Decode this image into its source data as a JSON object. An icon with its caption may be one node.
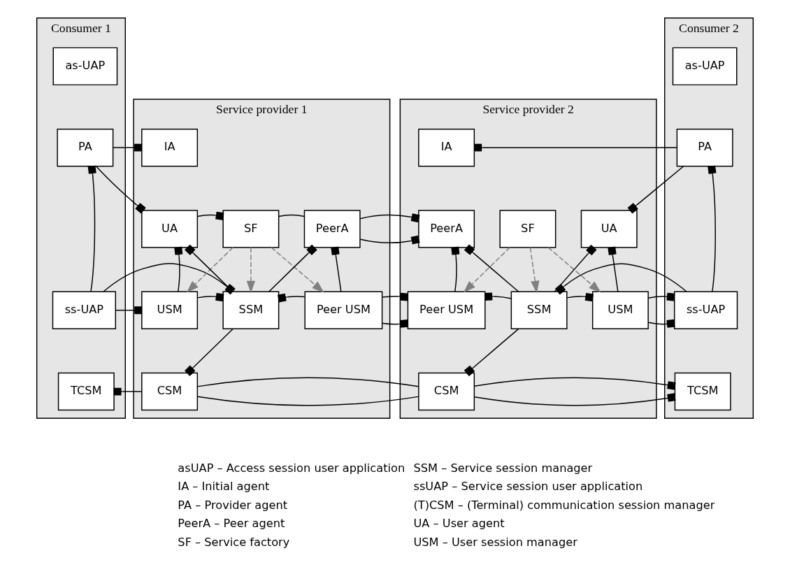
{
  "diagram": {
    "nodes": [
      {
        "text": [
          "Consumer 1"
        ]
      },
      {
        "text": [
          "as-UAP"
        ],
        "in": 0
      },
      {
        "text": [
          "PA"
        ],
        "in": 0
      },
      {
        "text": [
          "ss-UAP"
        ],
        "in": 0
      },
      {
        "text": [
          "TCSM"
        ],
        "in": 0
      },
      {
        "text": [
          "Service provider 1"
        ]
      },
      {
        "text": [
          "IA"
        ],
        "in": 5
      },
      {
        "text": [
          "UA"
        ],
        "in": 5
      },
      {
        "text": [
          "SF"
        ],
        "in": 5
      },
      {
        "text": [
          "PeerA"
        ],
        "in": 5
      },
      {
        "text": [
          "USM"
        ],
        "in": 5
      },
      {
        "text": [
          "SSM"
        ],
        "in": 5
      },
      {
        "text": [
          "Peer USM"
        ],
        "in": 5
      },
      {
        "text": [
          "CSM"
        ],
        "in": 5
      },
      {
        "text": [
          "Service provider 2"
        ]
      },
      {
        "text": [
          "PeerA"
        ],
        "in": 14
      },
      {
        "text": [
          "SF"
        ],
        "in": 14
      },
      {
        "text": [
          "IA"
        ],
        "in": 14
      },
      {
        "text": [
          "UA"
        ],
        "in": 14
      },
      {
        "text": [
          "Peer USM"
        ],
        "in": 14
      },
      {
        "text": [
          "SSM"
        ],
        "in": 14
      },
      {
        "text": [
          "USM"
        ],
        "in": 14
      },
      {
        "text": [
          "CSM"
        ],
        "in": 14
      },
      {
        "text": [
          "Consumer 2"
        ]
      },
      {
        "text": [
          "as-UAP"
        ],
        "in": 23
      },
      {
        "text": [
          "PA"
        ],
        "in": 23
      },
      {
        "text": [
          "ss-UAP"
        ],
        "in": 23
      },
      {
        "text": [
          "TCSM"
        ],
        "in": 23
      }
    ],
    "edges": [
      {
        "from": 2,
        "to": 6,
        "arrow": "other"
      },
      {
        "from": 2,
        "to": 7,
        "arrow": "other"
      },
      {
        "from": 3,
        "to": 2,
        "arrow": "other"
      },
      {
        "from": 7,
        "to": 8,
        "arrow": "other"
      },
      {
        "from": 8,
        "to": 9,
        "arrow": "none"
      },
      {
        "from": 9,
        "to": 15,
        "arrow": "other"
      },
      {
        "from": 10,
        "to": 7,
        "arrow": "other"
      },
      {
        "from": 11,
        "to": 7,
        "arrow": "other"
      },
      {
        "from": 8,
        "to": 10,
        "arrow": "to",
        "style": "dashed",
        "color": "#808080"
      },
      {
        "from": 8,
        "to": 11,
        "arrow": "to",
        "style": "dashed",
        "color": "#808080"
      },
      {
        "from": 8,
        "to": 12,
        "arrow": "to",
        "style": "dashed",
        "color": "#808080"
      },
      {
        "from": 11,
        "to": 9,
        "arrow": "other"
      },
      {
        "from": 12,
        "to": 9,
        "arrow": "other"
      },
      {
        "from": 3,
        "to": 10,
        "arrow": "other"
      },
      {
        "from": 10,
        "to": 11,
        "arrow": "other"
      },
      {
        "from": 3,
        "to": 11,
        "arrow": "other"
      },
      {
        "from": 12,
        "to": 11,
        "arrow": "other"
      },
      {
        "from": 12,
        "to": 19,
        "arrow": "other"
      },
      {
        "from": 11,
        "to": 13,
        "arrow": "other"
      },
      {
        "from": 13,
        "to": 4,
        "arrow": "other"
      },
      {
        "from": 13,
        "to": 22,
        "arrow": "none"
      },
      {
        "from": 19,
        "to": 15,
        "arrow": "other"
      },
      {
        "from": 20,
        "to": 15,
        "arrow": "other"
      },
      {
        "from": 16,
        "to": 19,
        "arrow": "to",
        "style": "dashed",
        "color": "#808080"
      },
      {
        "from": 16,
        "to": 20,
        "arrow": "to",
        "style": "dashed",
        "color": "#808080"
      },
      {
        "from": 16,
        "to": 21,
        "arrow": "to",
        "style": "dashed",
        "color": "#808080"
      },
      {
        "from": 20,
        "to": 18,
        "arrow": "other"
      },
      {
        "from": 21,
        "to": 18,
        "arrow": "other"
      },
      {
        "from": 25,
        "to": 17,
        "arrow": "other"
      },
      {
        "from": 25,
        "to": 18,
        "arrow": "other"
      },
      {
        "from": 26,
        "to": 25,
        "arrow": "other"
      },
      {
        "from": 20,
        "to": 19,
        "arrow": "other"
      },
      {
        "from": 20,
        "to": 21,
        "arrow": "other"
      },
      {
        "from": 21,
        "to": 26,
        "arrow": "other"
      },
      {
        "from": 26,
        "to": 20,
        "arrow": "other"
      },
      {
        "from": 20,
        "to": 22,
        "arrow": "other"
      },
      {
        "from": 22,
        "to": 27,
        "arrow": "other"
      }
    ],
    "labels": [
      "asUAP – Access session user application",
      "IA – Initial agent",
      "PA – Provider agent",
      "PeerA – Peer agent",
      "SF – Service factory",
      "SSM – Service session manager",
      "ssUAP – Service session user application",
      "(T)CSM – (Terminal) communication session manager",
      "UA – User agent",
      "USM – User session manager"
    ]
  }
}
